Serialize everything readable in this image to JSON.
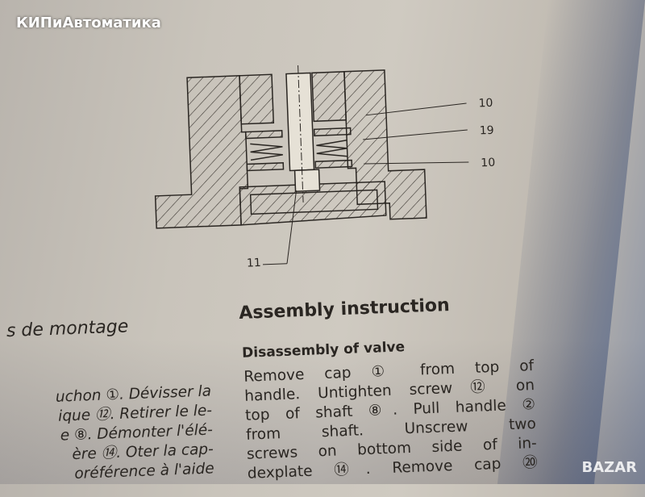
{
  "watermark": "КИПиАвтоматика",
  "logo": "BAZAR",
  "diagram": {
    "labels": [
      "10",
      "19",
      "10",
      "11"
    ]
  },
  "french": {
    "title": "s de montage",
    "lines": [
      "uchon ①. Dévisser la",
      "ique ⑫. Retirer le le-",
      "e ⑧. Démonter l'élé-",
      "ère ⑭. Oter la cap-",
      "oréférence à l'aide"
    ]
  },
  "english": {
    "title": "Assembly instruction",
    "subtitle": "Disassembly of valve",
    "lines": [
      "Remove cap ① from top of",
      "handle. Untighten screw ⑫ on",
      "top of shaft ⑧. Pull handle ②",
      "from shaft. Unscrew two",
      "screws on bottom side of in-",
      "dexplate ⑭. Remove cap ⑳"
    ]
  }
}
